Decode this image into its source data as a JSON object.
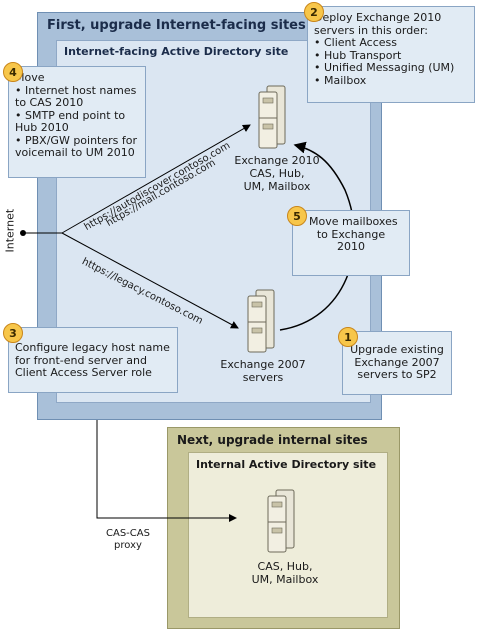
{
  "outer_site": {
    "title": "First, upgrade Internet-facing sites"
  },
  "inner_site": {
    "title": "Internet-facing Active Directory site"
  },
  "next_site": {
    "title": "Next, upgrade internal sites"
  },
  "internal_site": {
    "title": "Internal Active Directory site"
  },
  "internet_label": "Internet",
  "urls": {
    "autodiscover": "https://autodiscover.contoso.com",
    "mail": "https://mail.contoso.com",
    "legacy": "https://legacy.contoso.com"
  },
  "servers": {
    "exchange2010": {
      "lines": [
        "Exchange 2010",
        "CAS, Hub,",
        "UM, Mailbox"
      ]
    },
    "exchange2007": {
      "lines": [
        "Exchange 2007",
        "servers"
      ]
    },
    "internal": {
      "lines": [
        "CAS, Hub,",
        "UM, Mailbox"
      ]
    }
  },
  "proxy_label": {
    "lines": [
      "CAS-CAS",
      "proxy"
    ]
  },
  "steps": [
    {
      "number": "1",
      "text_lines": [
        "Upgrade existing",
        "Exchange 2007",
        "servers to SP2"
      ]
    },
    {
      "number": "2",
      "title_lines": [
        "Deploy Exchange 2010",
        "servers in this order:"
      ],
      "items": [
        "Client Access",
        "Hub Transport",
        "Unified Messaging (UM)",
        "Mailbox"
      ]
    },
    {
      "number": "3",
      "text_lines": [
        "Configure legacy host name",
        "for front-end server and",
        "Client Access Server role"
      ]
    },
    {
      "number": "4",
      "title_lines": [
        "Move"
      ],
      "items": [
        "Internet host names to CAS 2010",
        "SMTP end point to Hub 2010",
        "PBX/GW pointers for voicemail to UM 2010"
      ]
    },
    {
      "number": "5",
      "text_lines": [
        "Move mailboxes",
        "to Exchange",
        "2010"
      ]
    }
  ],
  "colors": {
    "outer_site": "#a9c0d9",
    "inner_site": "#dbe6f2",
    "next_site": "#c9c79a",
    "internal_site": "#eeedda",
    "badge": "#f7c64a",
    "callout": "#e1ebf4"
  }
}
